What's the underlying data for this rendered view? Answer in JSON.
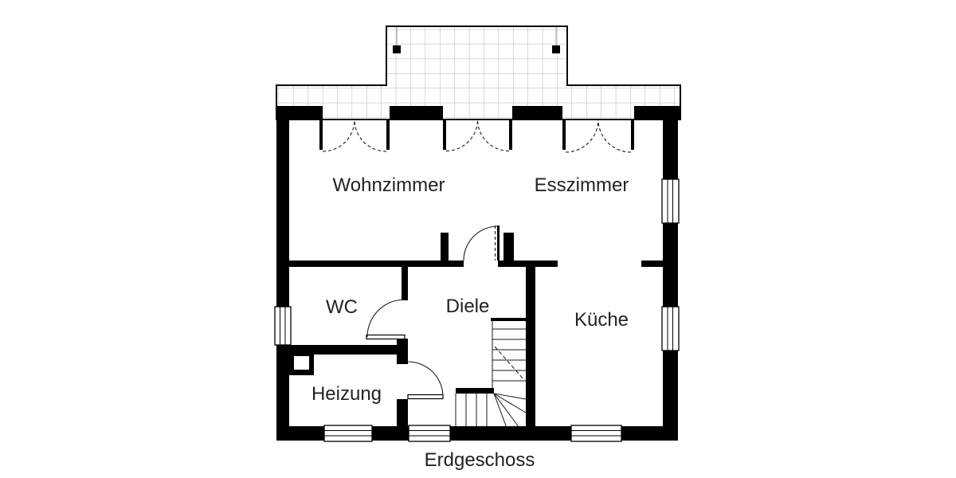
{
  "plan": {
    "title": "Erdgeschoss"
  },
  "rooms": [
    {
      "label": "Wohnzimmer"
    },
    {
      "label": "Esszimmer"
    },
    {
      "label": "WC"
    },
    {
      "label": "Diele"
    },
    {
      "label": "Küche"
    },
    {
      "label": "Heizung"
    }
  ],
  "symbols": {
    "french_door_openings_top_wall": 3,
    "interior_door_swings": 3,
    "windows": 6,
    "terrace_posts": 2,
    "staircase": "L-shaped winder stair",
    "chimney": 1,
    "terrace": "tiled terrace across top with projecting upper deck"
  },
  "colors": {
    "wall": "#000000",
    "line": "#1a1a1a",
    "grid": "#b4b4b4",
    "background": "#ffffff",
    "text": "#222222"
  }
}
